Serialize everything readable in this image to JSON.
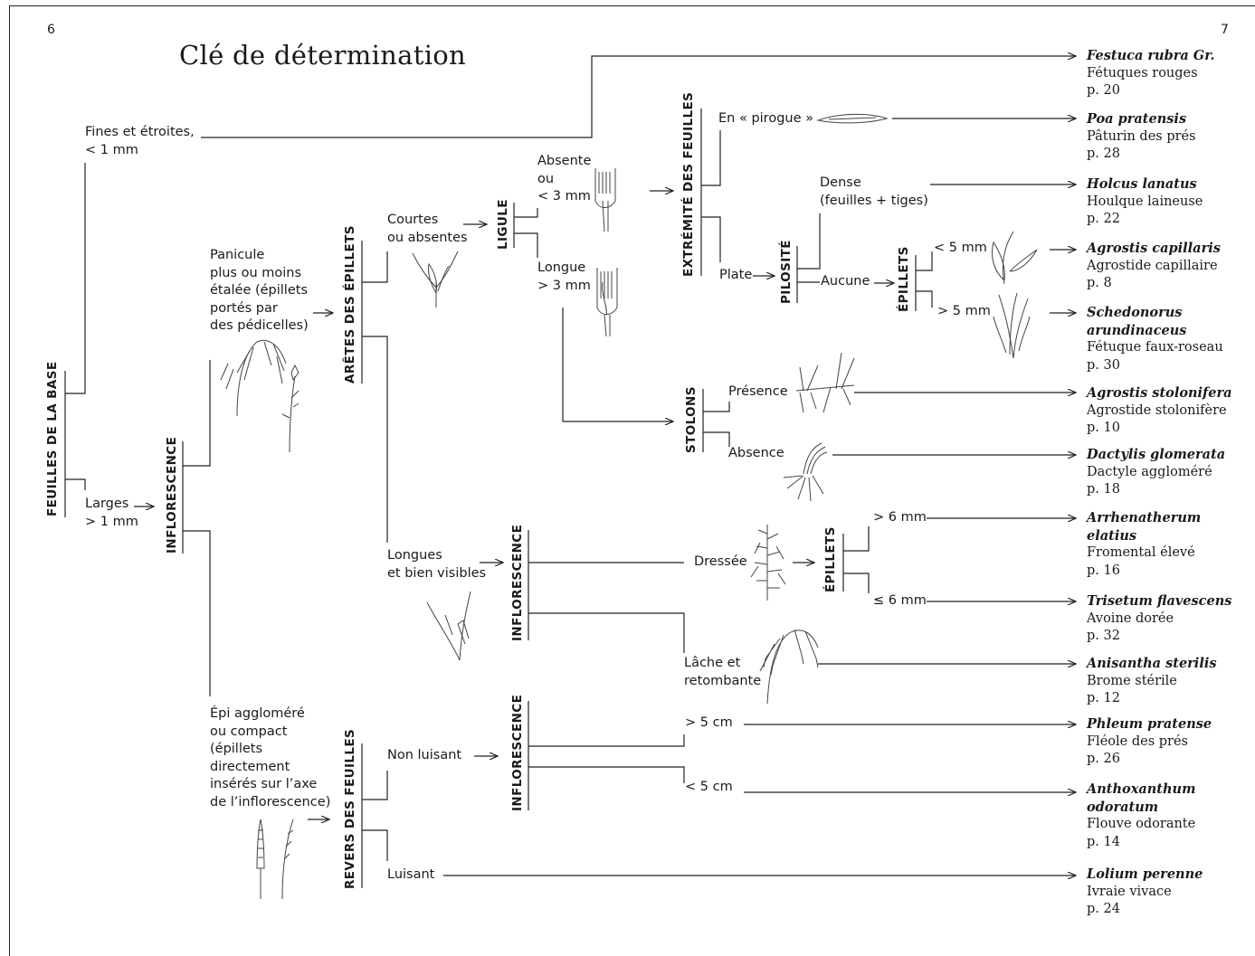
{
  "page": {
    "left_number": "6",
    "right_number": "7",
    "title": "Clé de détermination"
  },
  "criteria": {
    "feuilles_base": "FEUILLES DE LA BASE",
    "inflorescence": "INFLORESCENCE",
    "aretes": "ARÊTES DES ÉPILLETS",
    "ligule": "LIGULE",
    "extremite": "EXTRÉMITÉ DES FEUILLES",
    "pilosite": "PILOSITÉ",
    "epillets": "ÉPILLETS",
    "stolons": "STOLONS",
    "revers": "REVERS DES FEUILLES"
  },
  "branches": {
    "fines": [
      "Fines et étroites,",
      "< 1 mm"
    ],
    "larges": [
      "Larges",
      "> 1 mm"
    ],
    "panicule": [
      "Panicule",
      "plus ou moins",
      "étalée (épillets",
      "portés par",
      "des pédicelles)"
    ],
    "epi": [
      "Épi aggloméré",
      "ou compact",
      "(épillets",
      "directement",
      "insérés sur l’axe",
      "de l’inflorescence)"
    ],
    "courtes": [
      "Courtes",
      "ou absentes"
    ],
    "longues": [
      "Longues",
      "et bien visibles"
    ],
    "absente": [
      "Absente",
      "ou",
      "< 3 mm"
    ],
    "longue": [
      "Longue",
      "> 3 mm"
    ],
    "pirogue": "En « pirogue »",
    "plate": "Plate",
    "dense": [
      "Dense",
      "(feuilles + tiges)"
    ],
    "aucune": "Aucune",
    "lt5mm": "< 5 mm",
    "gt5mm": "> 5 mm",
    "presence": "Présence",
    "absence": "Absence",
    "dressee": "Dressée",
    "gt6mm": "> 6 mm",
    "le6mm": "≤ 6 mm",
    "lache": [
      "Lâche et",
      "retombante"
    ],
    "non_luisant": "Non luisant",
    "luisant": "Luisant",
    "gt5cm": "> 5 cm",
    "lt5cm": "< 5 cm"
  },
  "species": [
    {
      "latin": "Festuca rubra Gr.",
      "common": "Fétuques rouges",
      "page": "p. 20"
    },
    {
      "latin": "Poa pratensis",
      "common": "Pâturin des prés",
      "page": "p. 28"
    },
    {
      "latin": "Holcus lanatus",
      "common": "Houlque laineuse",
      "page": "p. 22"
    },
    {
      "latin": "Agrostis capillaris",
      "common": "Agrostide capillaire",
      "page": "p. 8"
    },
    {
      "latin": "Schedonorus",
      "latin2": "arundinaceus",
      "common": "Fétuque faux-roseau",
      "page": "p. 30"
    },
    {
      "latin": "Agrostis stolonifera",
      "common": "Agrostide stolonifère",
      "page": "p. 10"
    },
    {
      "latin": "Dactylis glomerata",
      "common": "Dactyle aggloméré",
      "page": "p. 18"
    },
    {
      "latin": "Arrhenatherum",
      "latin2": "elatius",
      "common": "Fromental élevé",
      "page": "p. 16"
    },
    {
      "latin": "Trisetum flavescens",
      "common": "Avoine dorée",
      "page": "p. 32"
    },
    {
      "latin": "Anisantha sterilis",
      "common": "Brome stérile",
      "page": "p. 12"
    },
    {
      "latin": "Phleum pratense",
      "common": "Fléole des prés",
      "page": "p. 26"
    },
    {
      "latin": "Anthoxanthum",
      "latin2": "odoratum",
      "common": "Flouve odorante",
      "page": "p. 14"
    },
    {
      "latin": "Lolium perenne",
      "common": "Ivraie vivace",
      "page": "p. 24"
    }
  ],
  "icons": [
    "leaf-tip-icon",
    "spikelet-icon",
    "ligule-short-icon",
    "ligule-long-icon",
    "panicle-icon",
    "spike-icon",
    "grass-blade-icon",
    "stolon-icon",
    "roots-icon",
    "dense-panicle-icon",
    "drooping-panicle-icon"
  ]
}
